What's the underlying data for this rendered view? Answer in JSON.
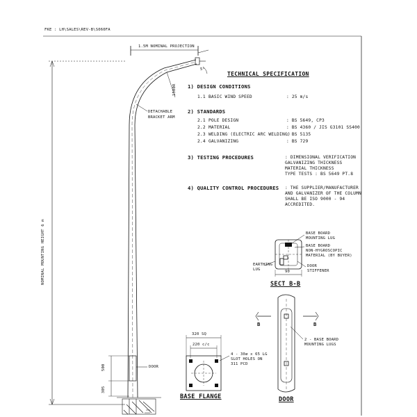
{
  "file_ref": "FKE : LH\\SALES\\REV-B\\S060FA",
  "projection_label": "1.5M NOMINAL PROJECTION",
  "angle_label": "5°",
  "bend_radius_label": "1500R",
  "bracket_label": [
    "DETACHABLE",
    "BRACKET ARM"
  ],
  "mounting_height_label": "NOMINAL MOUNTING HEIGHT 6 m",
  "door_label": "DOOR",
  "dim_500": "500",
  "dim_305": "305",
  "spec": {
    "title": "TECHNICAL SPECIFICATION",
    "sections": [
      {
        "heading": "1)  DESIGN CONDITIONS",
        "items": [
          {
            "num": "1.1",
            "label": "BASIC WIND SPEED",
            "value": ": 25   m/s"
          }
        ]
      },
      {
        "heading": "2)  STANDARDS",
        "items": [
          {
            "num": "2.1",
            "label": "POLE DESIGN",
            "value": ": BS 5649, CP3"
          },
          {
            "num": "2.2",
            "label": "MATERIAL",
            "value": ": BS 4360 / JIS G3101 SS400"
          },
          {
            "num": "2.3",
            "label": "WELDING (ELECTRIC ARC WELDING)",
            "value": ": BS 5135"
          },
          {
            "num": "2.4",
            "label": "GALVANIZING",
            "value": ": BS 729"
          }
        ]
      }
    ],
    "testing": {
      "heading": "3)  TESTING PROCEDURES",
      "lines": [
        ": DIMENSIONAL VERIFICATION",
        "  GALVANIZING THICKNESS",
        "  MATERIAL THICKNESS",
        "  TYPE TESTS : BS 5649 PT.8"
      ]
    },
    "quality": {
      "heading": "4)  QUALITY CONTROL PROCEDURES",
      "lines": [
        ": THE SUPPLIER/MANUFACTURER",
        "  AND GALVANIZER OF THE COLUMN",
        "  SHALL BE ISO 9000 - 94",
        "  ACCREDITED."
      ]
    }
  },
  "sect_bb": {
    "caption": "SECT B-B",
    "base_board_lug": [
      "BASE BOARD",
      "MOUNTING LUG"
    ],
    "base_board_material": [
      "BASE BOARD",
      "NON-HYGROSCOPIC",
      "MATERIAL (BY BUYER)"
    ],
    "door_stiffener": [
      "DOOR",
      "STIFFENER"
    ],
    "earthing_lug": [
      "EARTHING",
      "LUG"
    ],
    "width": "90"
  },
  "door_view": {
    "caption": "DOOR",
    "marker_left": "B",
    "marker_right": "B",
    "lugs_label": [
      "2 - BASE BOARD",
      "MOUNTING LUGS"
    ]
  },
  "base_flange": {
    "caption": "BASE FLANGE",
    "outer_dim": "320 SQ",
    "pcd_dim": "220 c/c",
    "holes_label": [
      "4 - 30ø x 65 LG",
      "SLOT HOLES ON",
      "311 PCD"
    ]
  }
}
